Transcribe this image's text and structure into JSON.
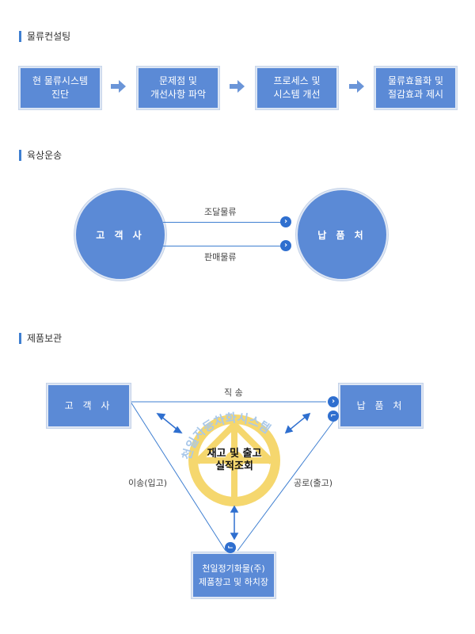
{
  "sections": {
    "consulting": {
      "title": "물류컨설팅",
      "steps": [
        {
          "label": "현 물류시스템\n진단"
        },
        {
          "label": "문제점 및\n개선사항 파악"
        },
        {
          "label": "프로세스 및\n시스템 개선"
        },
        {
          "label": "물류효율화 및\n절감효과 제시"
        }
      ]
    },
    "land_transport": {
      "title": "육상운송",
      "left_node": "고 객 사",
      "right_node": "납 품 처",
      "top_flow": "조달물류",
      "bottom_flow": "판매물류"
    },
    "storage": {
      "title": "제품보관",
      "customer": "고 객 사",
      "destination": "납 품 처",
      "warehouse": "천일정기화물(주)\n제품창고 및 하치장",
      "direct_label": "직  송",
      "left_label": "이송(입고)",
      "right_label": "공로(출고)",
      "center_label": "재고 및 출고\n실적조회",
      "logo_arc_text": "천일자동차화시스템"
    }
  },
  "colors": {
    "box_fill": "#5b8ad6",
    "accent": "#3f7fd1",
    "logo_yellow": "#f5d76e",
    "logo_blue": "#a9c8ea"
  }
}
